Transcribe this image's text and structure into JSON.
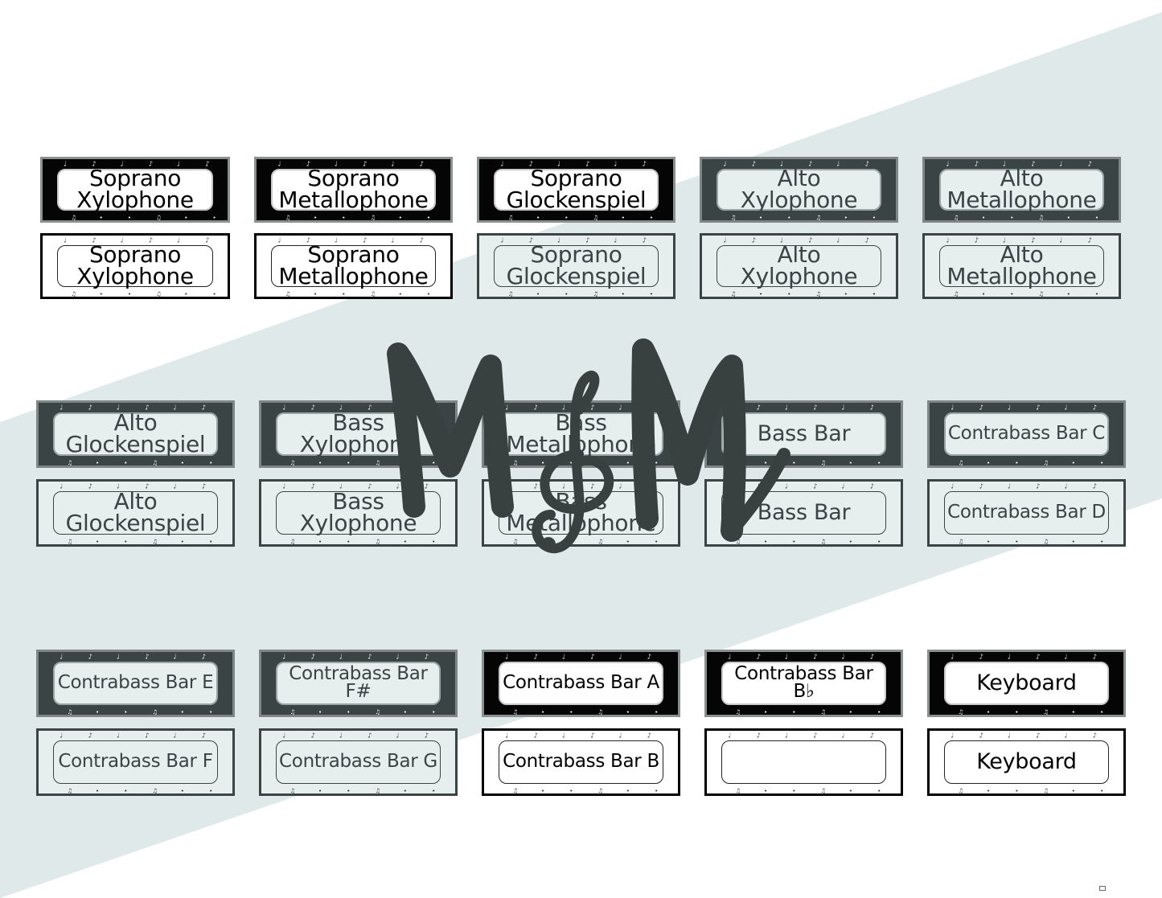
{
  "colors": {
    "diagonal_band": "#dfe9e9",
    "logo": "#384040",
    "dark_frame": "#050505",
    "faded_frame": "#3b4444"
  },
  "logo": {
    "text": "M&M",
    "icon": "treble-clef-icon"
  },
  "labels": [
    {
      "text": "Soprano\nXylophone",
      "variant": "v-dark"
    },
    {
      "text": "Soprano\nMetallophone",
      "variant": "v-dark"
    },
    {
      "text": "Soprano\nGlockenspiel",
      "variant": "v-dark"
    },
    {
      "text": "Alto\nXylophone",
      "variant": "f-dark"
    },
    {
      "text": "Alto\nMetallophone",
      "variant": "f-dark"
    },
    {
      "text": "Soprano\nXylophone",
      "variant": "v-light"
    },
    {
      "text": "Soprano\nMetallophone",
      "variant": "v-light"
    },
    {
      "text": "Soprano\nGlockenspiel",
      "variant": "f-light"
    },
    {
      "text": "Alto\nXylophone",
      "variant": "f-light"
    },
    {
      "text": "Alto\nMetallophone",
      "variant": "f-light"
    },
    {
      "text": "Alto\nGlockenspiel",
      "variant": "f-dark"
    },
    {
      "text": "Bass\nXylophone",
      "variant": "f-dark"
    },
    {
      "text": "Bass\nMetallophone",
      "variant": "f-dark"
    },
    {
      "text": "Bass Bar",
      "variant": "f-dark"
    },
    {
      "text": "Contrabass Bar C",
      "variant": "f-dark"
    },
    {
      "text": "Alto\nGlockenspiel",
      "variant": "f-light"
    },
    {
      "text": "Bass\nXylophone",
      "variant": "f-light"
    },
    {
      "text": "Bass\nMetallophone",
      "variant": "f-light"
    },
    {
      "text": "Bass Bar",
      "variant": "f-light"
    },
    {
      "text": "Contrabass Bar D",
      "variant": "f-light"
    },
    {
      "text": "Contrabass Bar E",
      "variant": "f-dark"
    },
    {
      "text": "Contrabass Bar F#",
      "variant": "f-dark"
    },
    {
      "text": "Contrabass Bar A",
      "variant": "v-dark"
    },
    {
      "text": "Contrabass Bar B♭",
      "variant": "v-dark"
    },
    {
      "text": "Keyboard",
      "variant": "v-dark"
    },
    {
      "text": "Contrabass Bar F",
      "variant": "f-light"
    },
    {
      "text": "Contrabass Bar G",
      "variant": "f-light"
    },
    {
      "text": "Contrabass Bar B",
      "variant": "v-light"
    },
    {
      "text": "",
      "variant": "v-light"
    },
    {
      "text": "Keyboard",
      "variant": "v-light"
    }
  ]
}
